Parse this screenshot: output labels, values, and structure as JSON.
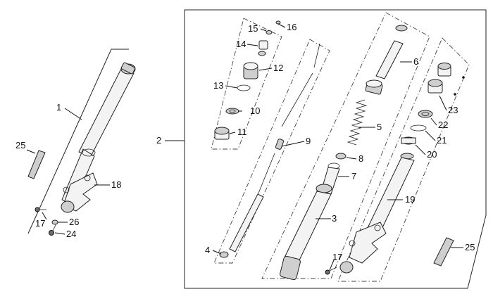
{
  "callouts": {
    "c1": "1",
    "c2": "2",
    "c3": "3",
    "c4": "4",
    "c5": "5",
    "c6": "6",
    "c7": "7",
    "c8": "8",
    "c9": "9",
    "c10": "10",
    "c11": "11",
    "c12": "12",
    "c13": "13",
    "c14": "14",
    "c15": "15",
    "c16": "16",
    "c17a": "17",
    "c17b": "17",
    "c18": "18",
    "c19": "19",
    "c20": "20",
    "c21": "21",
    "c22": "22",
    "c23": "23",
    "c24": "24",
    "c25a": "25",
    "c25b": "25",
    "c26": "26"
  }
}
